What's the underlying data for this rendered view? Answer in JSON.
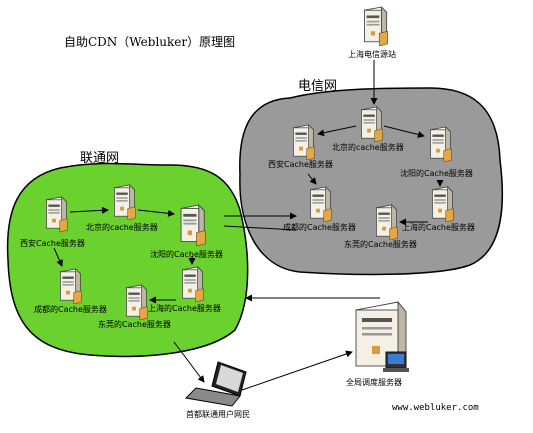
{
  "title": "自助CDN（Webluker）原理图",
  "networks": {
    "telecom": "电信网",
    "unicom": "联通网"
  },
  "origin_label": "上海电信源站",
  "global_dns_label": "全局调度服务器",
  "user_label": "首都联通用户网民",
  "url": "www.webluker.com",
  "telecom_servers": {
    "beijing": "北京的cache服务器",
    "xian": "西安Cache服务器",
    "shenyang": "沈阳的Cache服务器",
    "chengdu": "成都的Cache服务器",
    "dongguan": "东莞的Cache服务器",
    "shanghai": "上海的Cache服务器"
  },
  "unicom_servers": {
    "xian": "西安Cache服务器",
    "beijing": "北京的cache服务器",
    "shenyang": "沈阳的Cache服务器",
    "chengdu": "成都的Cache服务器",
    "shanghai": "上海的Cache服务器",
    "dongguan": "东莞的Cache服务器"
  },
  "colors": {
    "unicom_fill": "#6ad12e",
    "telecom_fill": "#9a9a9a",
    "server_body": "#f4f0e6",
    "server_accent": "#d89a3a"
  }
}
